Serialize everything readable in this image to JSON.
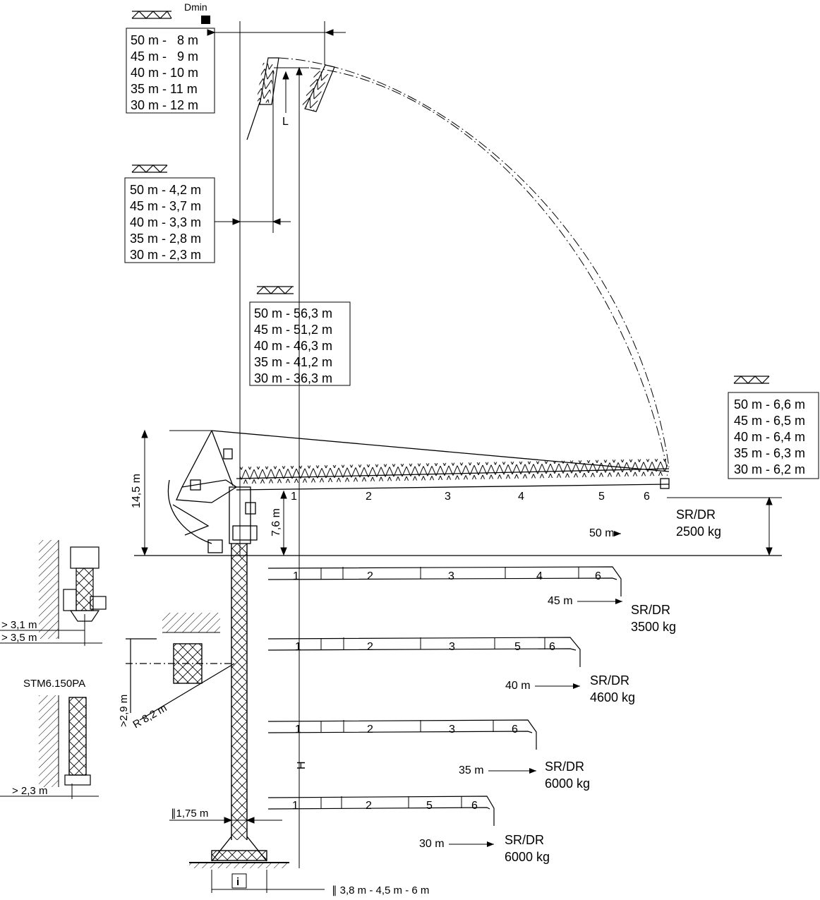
{
  "symbols": {
    "dmin": "Dmin",
    "jib_icon": "jib-truss-icon",
    "info_icon": "i"
  },
  "table_top_left": [
    "50 m -   8 m",
    "45 m -   9 m",
    "40 m - 10 m",
    "35 m - 11 m",
    "30 m - 12 m"
  ],
  "table_mid_left": [
    "50 m - 4,2 m",
    "45 m - 3,7 m",
    "40 m - 3,3 m",
    "35 m - 2,8 m",
    "30 m - 2,3 m"
  ],
  "table_center": [
    "50 m - 56,3 m",
    "45 m - 51,2 m",
    "40 m - 46,3 m",
    "35 m - 41,2 m",
    "30 m - 36,3 m"
  ],
  "table_right": [
    "50 m - 6,6 m",
    "45 m - 6,5 m",
    "40 m - 6,4 m",
    "35 m - 6,3 m",
    "30 m - 6,2 m"
  ],
  "labels": {
    "L": "L",
    "H": "H",
    "height_14_5": "14,5 m",
    "height_7_6": "7,6 m",
    "clear_3_1": "> 3,1 m",
    "clear_3_5": "> 3,5 m",
    "clear_2_9": ">2,9 m",
    "radius": "R 8,2 m",
    "model": "STM6.150PA",
    "clear_2_3": "> 2,3 m",
    "mast": "∥1,75 m",
    "base": "∥ 3,8 m - 4,5 m - 6 m"
  },
  "jibs": [
    {
      "length": "50 m",
      "mode": "SR/DR",
      "load": "2500 kg",
      "sections": [
        "1",
        "2",
        "3",
        "4",
        "5",
        "6"
      ]
    },
    {
      "length": "45 m",
      "mode": "SR/DR",
      "load": "3500 kg",
      "sections": [
        "1",
        "2",
        "3",
        "4",
        "6"
      ]
    },
    {
      "length": "40 m",
      "mode": "SR/DR",
      "load": "4600 kg",
      "sections": [
        "1",
        "2",
        "3",
        "5",
        "6"
      ]
    },
    {
      "length": "35 m",
      "mode": "SR/DR",
      "load": "6000 kg",
      "sections": [
        "1",
        "2",
        "3",
        "6"
      ]
    },
    {
      "length": "30 m",
      "mode": "SR/DR",
      "load": "6000 kg",
      "sections": [
        "1",
        "2",
        "5",
        "6"
      ]
    }
  ]
}
